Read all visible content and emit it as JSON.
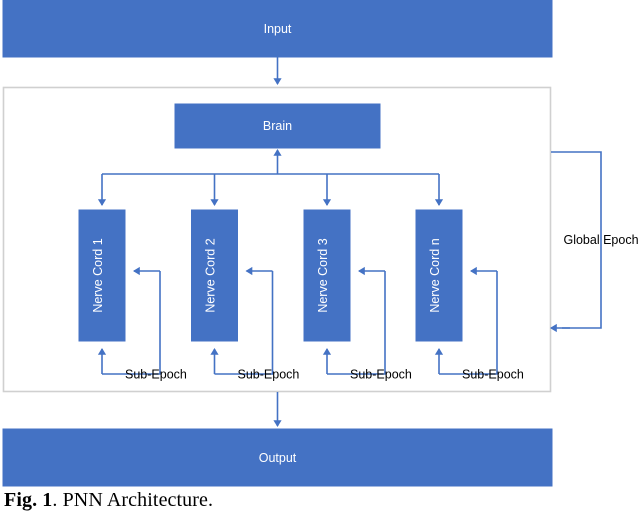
{
  "figure": {
    "caption_number": "Fig. 1",
    "caption_text": ". PNN Architecture."
  },
  "colors": {
    "box_fill": "#4472C4",
    "box_stroke": "#4472C4",
    "arrow": "#4472C4",
    "container_border": "#D0D0D0",
    "label_text": "#000000",
    "box_text": "#FFFFFF",
    "background": "#FFFFFF"
  },
  "nodes": {
    "input": {
      "label": "Input"
    },
    "output": {
      "label": "Output"
    },
    "brain": {
      "label": "Brain"
    },
    "nerve_cords": [
      {
        "label": "Nerve Cord 1"
      },
      {
        "label": "Nerve Cord 2"
      },
      {
        "label": "Nerve Cord 3"
      },
      {
        "label": "Nerve Cord n"
      }
    ]
  },
  "edges": {
    "sub_epoch_labels": [
      "Sub-Epoch",
      "Sub-Epoch",
      "Sub-Epoch",
      "Sub-Epoch"
    ],
    "global_epoch_label": "Global Epoch"
  }
}
